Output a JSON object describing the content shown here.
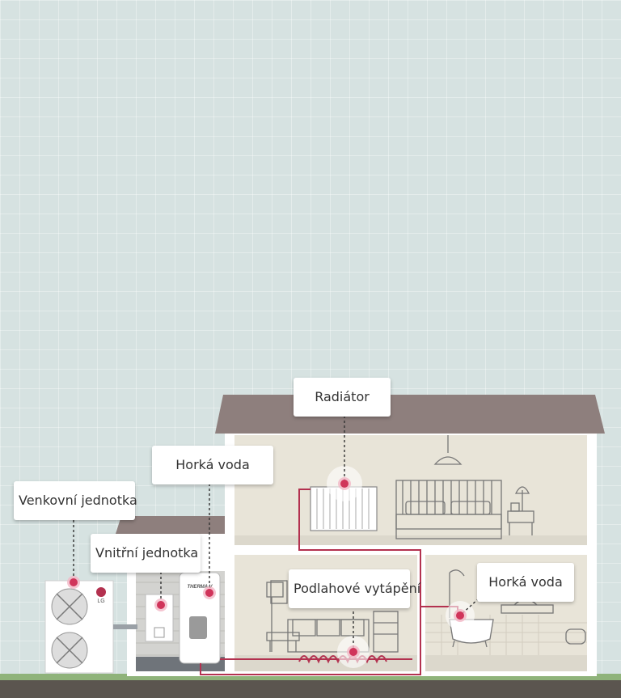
{
  "labels": {
    "outdoor_unit": "Venkovní jednotka",
    "indoor_unit": "Vnitřní jednotka",
    "hot_water_tank": "Horká voda",
    "radiator": "Radiátor",
    "floor_heating": "Podlahové vytápění",
    "hot_water_bath": "Horká voda"
  },
  "brand": {
    "outdoor_logo": "LG",
    "tank_logo": "THERMA V"
  },
  "colors": {
    "accent": "#d0345a",
    "pipe": "#b3314f",
    "roof": "#8e7f7d",
    "sky": "#d6e2e1",
    "ground": "#5b554f",
    "grass": "#8fb37a",
    "wall": "#ffffff",
    "room": "#e8e4d8"
  }
}
